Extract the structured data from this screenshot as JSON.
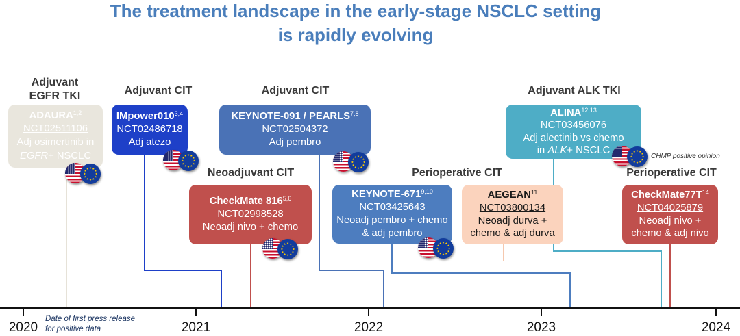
{
  "slide": {
    "title_line1": "The treatment landscape in the early-stage NSCLC setting",
    "title_line2": "is rapidly evolving",
    "title_color": "#4a7ebb"
  },
  "headers": {
    "egfr_line1": "Adjuvant",
    "egfr_line2": "EGFR TKI",
    "adjuvant_cit_a": "Adjuvant CIT",
    "adjuvant_cit_b": "Adjuvant CIT",
    "neoadjuvant_cit": "Neoadjuvant CIT",
    "perioperative_cit_a": "Perioperative CIT",
    "adjuvant_alk": "Adjuvant ALK TKI",
    "perioperative_cit_b": "Perioperative CIT"
  },
  "trials": [
    {
      "name": "ADAURA",
      "refs": "1,2",
      "nct": "NCT02511106",
      "desc": [
        "Adj osimertinib in"
      ],
      "desc_gene": {
        "gene": "EGFR",
        "suffix": "+ NSCLC"
      },
      "color": "#e9e6dd",
      "text_color": "#ffffff",
      "line_color": "#e6e2d8",
      "flags": [
        "us-flag",
        "eu-flag"
      ]
    },
    {
      "name": "IMpower010",
      "refs": "3,4",
      "nct": "NCT02486718",
      "desc": [
        "Adj atezo"
      ],
      "color": "#1e40c8",
      "text_color": "#ffffff",
      "line_color": "#1e40c8",
      "flags": [
        "us-flag",
        "eu-flag"
      ]
    },
    {
      "name": "KEYNOTE-091 / PEARLS",
      "refs": "7,8",
      "nct": "NCT02504372",
      "desc": [
        "Adj pembro"
      ],
      "color": "#4a72b6",
      "text_color": "#ffffff",
      "line_color": "#4a72b6",
      "flags": [
        "us-flag",
        "eu-flag"
      ]
    },
    {
      "name": "CheckMate 816",
      "refs": "5,6",
      "nct": "NCT02998528",
      "desc": [
        "Neoadj nivo + chemo"
      ],
      "color": "#c0504d",
      "text_color": "#ffffff",
      "line_color": "#c0504d",
      "flags": [
        "us-flag",
        "eu-flag"
      ]
    },
    {
      "name": "KEYNOTE-671",
      "refs": "9,10",
      "nct": "NCT03425643",
      "desc": [
        "Neoadj pembro + chemo",
        "& adj pembro"
      ],
      "color": "#4d7dbf",
      "text_color": "#ffffff",
      "line_color": "#4d7dbf",
      "flags": [
        "us-flag",
        "eu-flag"
      ]
    },
    {
      "name": "AEGEAN",
      "refs": "11",
      "nct": "NCT03800134",
      "desc": [
        "Neoadj durva +",
        "chemo & adj durva"
      ],
      "color": "#fbd3bd",
      "text_color": "#1a1a1a",
      "line_color": "#f5c8ae"
    },
    {
      "name": "ALINA",
      "refs": "12,13",
      "nct": "NCT03456076",
      "desc": [
        "Adj alectinib vs chemo"
      ],
      "desc_gene": {
        "prefix": "in ",
        "gene": "ALK",
        "suffix": "+ NSCLC"
      },
      "color": "#4eadc6",
      "text_color": "#ffffff",
      "line_color": "#4eadc6",
      "flags": [
        "us-flag",
        "eu-flag"
      ],
      "approval_note": "CHMP positive opinion"
    },
    {
      "name": "CheckMate77T",
      "refs": "14",
      "nct": "NCT04025879",
      "desc": [
        "Neoadj nivo +",
        "chemo & adj nivo"
      ],
      "color": "#c0504d",
      "text_color": "#ffffff",
      "line_color": "#c0504d"
    }
  ],
  "timeline": {
    "years": [
      "2020",
      "2021",
      "2022",
      "2023",
      "2024"
    ],
    "note_line1": "Date of first press release",
    "note_line2": "for positive data",
    "axis_color": "#111111"
  }
}
